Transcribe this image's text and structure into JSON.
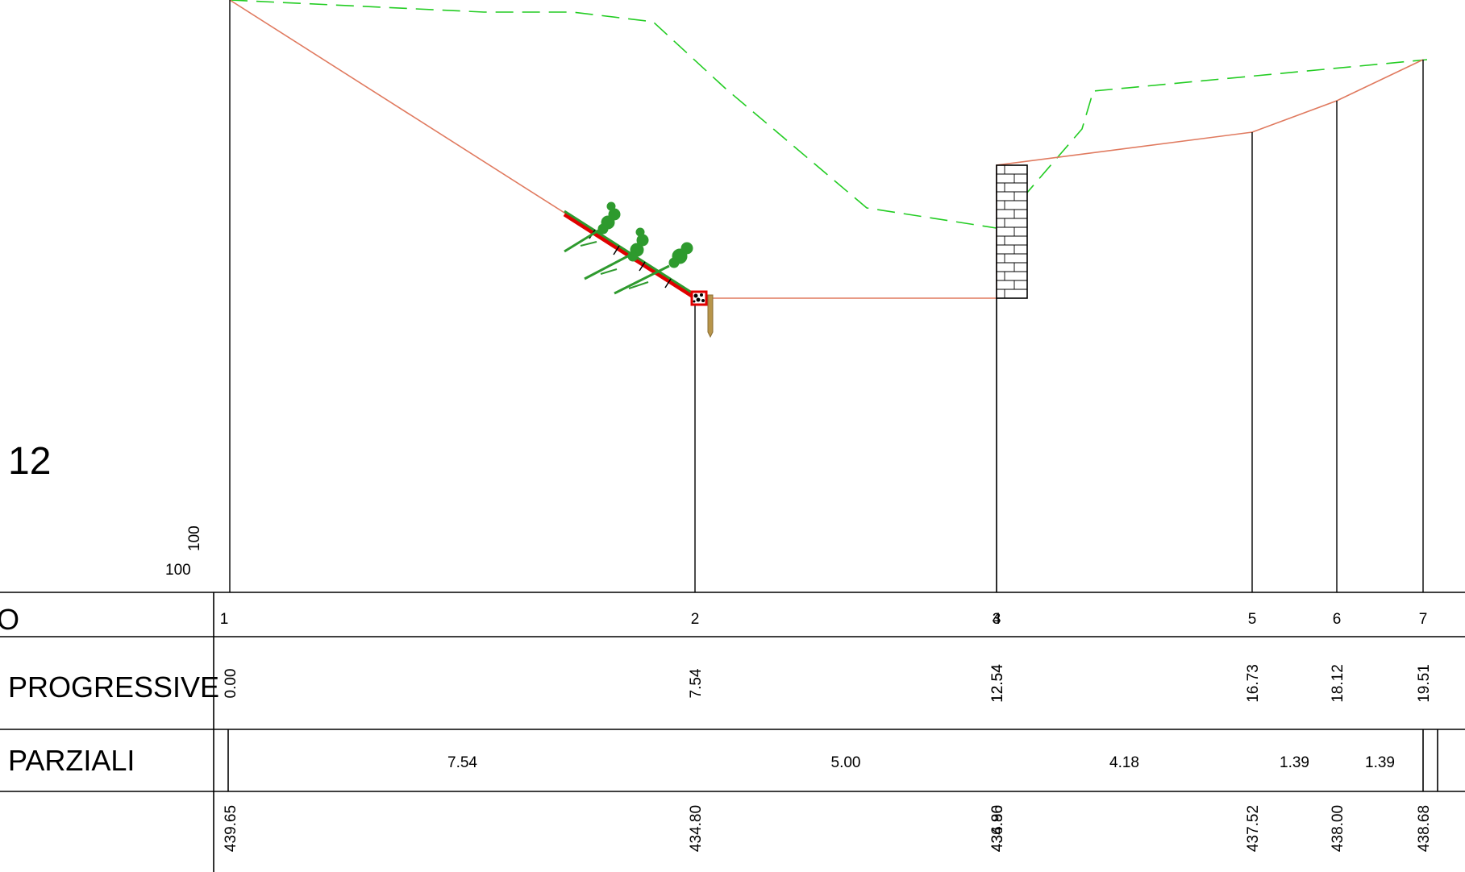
{
  "section": {
    "number": "12",
    "scale_horizontal": "100",
    "scale_vertical": "100"
  },
  "table": {
    "row_labels": {
      "points": "O",
      "progressive": "PROGRESSIVE",
      "partial": "PARZIALI",
      "elevations": ""
    },
    "points": [
      {
        "id": "1",
        "progressive": "0.00",
        "elevation": "439.65"
      },
      {
        "id": "2",
        "progressive": "7.54",
        "elevation": "434.80"
      },
      {
        "id": "3",
        "progressive": "12.54",
        "elevation": "434.80"
      },
      {
        "id": "4",
        "progressive": "12.54",
        "elevation": "436.96"
      },
      {
        "id": "5",
        "progressive": "16.73",
        "elevation": "437.52"
      },
      {
        "id": "6",
        "progressive": "18.12",
        "elevation": "438.00"
      },
      {
        "id": "7",
        "progressive": "19.51",
        "elevation": "438.68"
      }
    ],
    "partials": [
      "7.54",
      "5.00",
      "4.18",
      "1.39",
      "1.39"
    ]
  },
  "colors": {
    "terrain_project": "#e07a5f",
    "terrain_existing": "#22cc22",
    "revetment": "#e00000",
    "vegetation": "#2e9a2e",
    "stake": "#b8954a",
    "lines": "#000000"
  },
  "features": {
    "left_slope": "bioengineering-revetment-with-cuttings",
    "toe": "gabion-with-wooden-stake",
    "right_bank": "masonry-retaining-wall"
  }
}
